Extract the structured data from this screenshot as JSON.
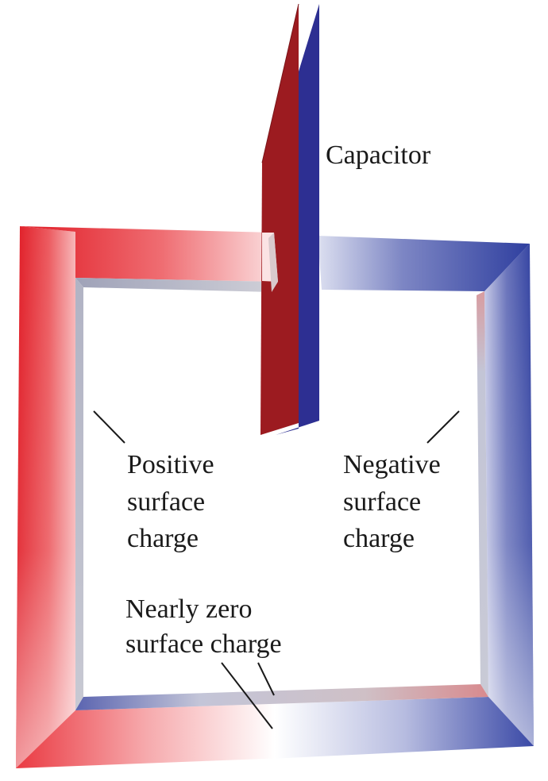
{
  "labels": {
    "capacitor": "Capacitor",
    "positive": [
      "Positive",
      "surface",
      "charge"
    ],
    "negative": [
      "Negative",
      "surface",
      "charge"
    ],
    "zero": [
      "Nearly zero",
      "surface charge"
    ]
  },
  "colors": {
    "positive_red": "#e8202a",
    "negative_blue": "#2e3fa0",
    "plate_red": "#9c1b20",
    "plate_blue": "#2d2f92",
    "inner_face": "#b9bccd",
    "neutral": "#ffffff"
  }
}
